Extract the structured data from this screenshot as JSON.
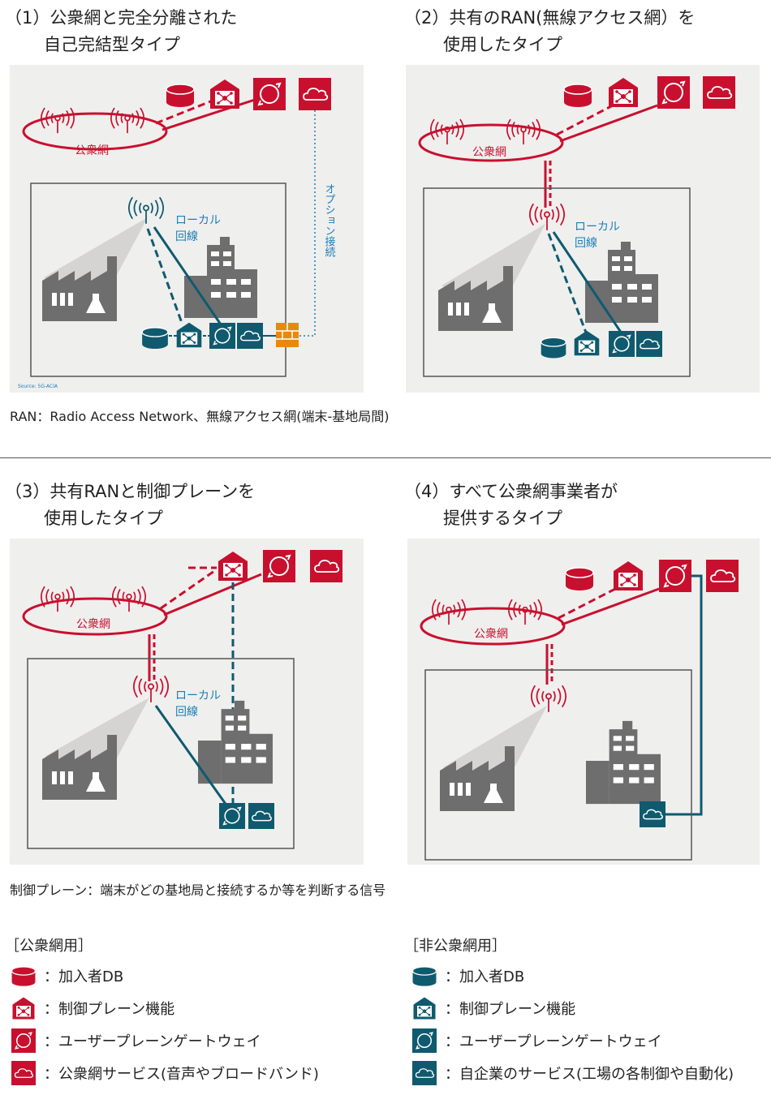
{
  "panels": [
    {
      "title_line1": "（1）公衆網と完全分離された",
      "title_line2": "自己完結型タイプ",
      "public_net": "公衆網",
      "local_line_1": "ローカル",
      "local_line_2": "回線",
      "option": "オプション接続",
      "source": "Source: 5G-ACIA"
    },
    {
      "title_line1": "（2）共有のRAN(無線アクセス網）を",
      "title_line2": "使用したタイプ",
      "public_net": "公衆網",
      "local_line_1": "ローカル",
      "local_line_2": "回線"
    },
    {
      "title_line1": "（3）共有RANと制御プレーンを",
      "title_line2": "使用したタイプ",
      "public_net": "公衆網",
      "local_line_1": "ローカル",
      "local_line_2": "回線"
    },
    {
      "title_line1": "（4）すべて公衆網事業者が",
      "title_line2": "提供するタイプ",
      "public_net": "公衆網"
    }
  ],
  "notes": {
    "ran": "RAN：Radio Access Network、無線アクセス網(端末-基地局間)",
    "control_plane": "制御プレーン：端末がどの基地局と接続するか等を判断する信号"
  },
  "legend": {
    "public": {
      "heading": "［公衆網用］",
      "items": [
        {
          "icon": "database-icon",
          "label": "：加入者DB"
        },
        {
          "icon": "control-plane-icon",
          "label": "：制御プレーン機能"
        },
        {
          "icon": "gateway-icon",
          "label": "：ユーザープレーンゲートウェイ"
        },
        {
          "icon": "cloud-icon",
          "label": "：公衆網サービス(音声やブロードバンド)"
        }
      ]
    },
    "private": {
      "heading": "［非公衆網用］",
      "items": [
        {
          "icon": "database-icon",
          "label": "：加入者DB"
        },
        {
          "icon": "control-plane-icon",
          "label": "：制御プレーン機能"
        },
        {
          "icon": "gateway-icon",
          "label": "：ユーザープレーンゲートウェイ"
        },
        {
          "icon": "cloud-icon",
          "label": "：自企業のサービス(工場の各制御や自動化)"
        }
      ]
    }
  },
  "colors": {
    "red": "#c8102e",
    "teal": "#0f5a6e",
    "blue_text": "#1a7fb5",
    "orange": "#e8890c",
    "gray": "#6e6e6e",
    "panel_bg": "#efefee"
  }
}
